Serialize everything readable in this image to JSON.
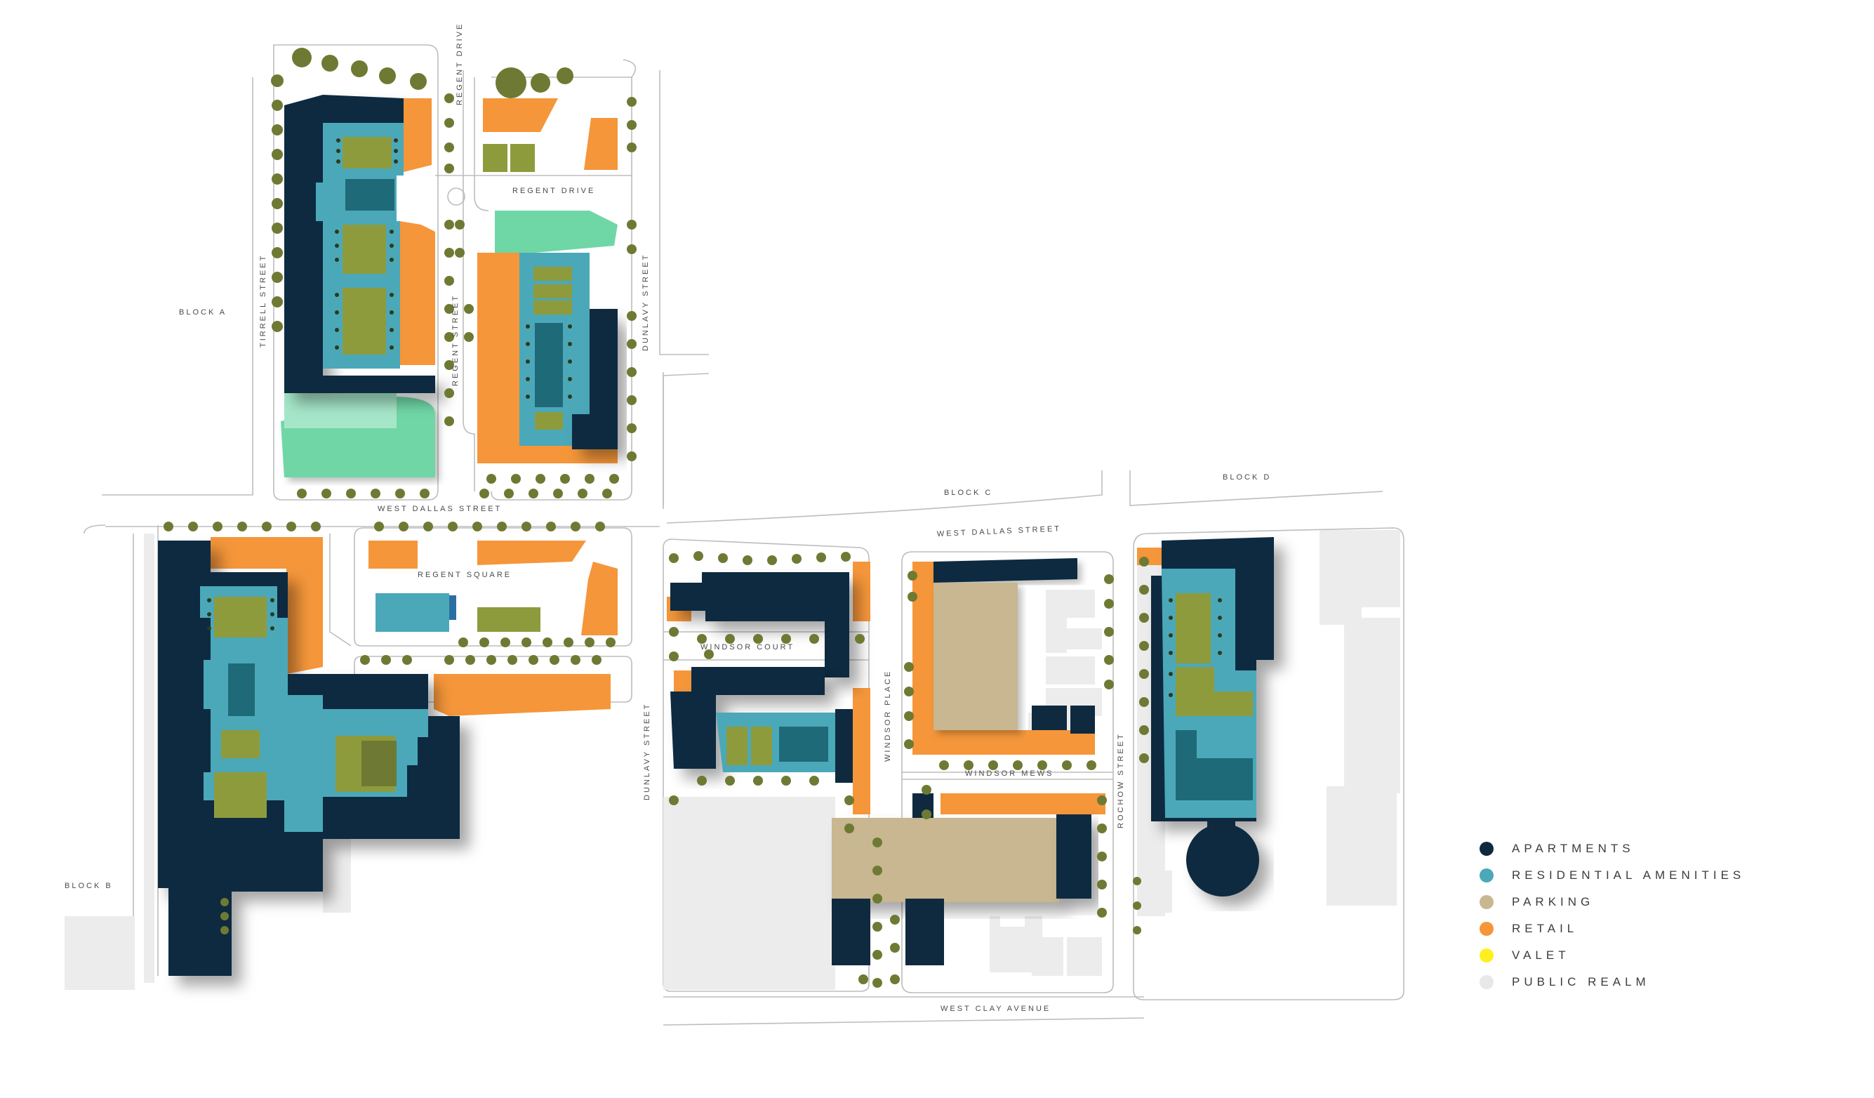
{
  "blocks": {
    "a": "BLOCK A",
    "b": "BLOCK B",
    "c": "BLOCK C",
    "d": "BLOCK D"
  },
  "streets": {
    "tirrell": "TIRRELL STREET",
    "regent_drive_n": "REGENT DRIVE",
    "regent_drive": "REGENT DRIVE",
    "regent_street": "REGENT STREET",
    "dunlavy_n": "DUNLAVY STREET",
    "west_dallas_w": "WEST DALLAS STREET",
    "west_dallas_e": "WEST DALLAS STREET",
    "regent_square": "REGENT SQUARE",
    "windsor_court": "WINDSOR COURT",
    "windsor_place": "WINDSOR PLACE",
    "windsor_mews": "WINDSOR MEWS",
    "dunlavy_s": "DUNLAVY STREET",
    "rochow": "ROCHOW STREET",
    "west_clay": "WEST CLAY AVENUE"
  },
  "legend": [
    {
      "label": "APARTMENTS",
      "color": "#0f2a3f"
    },
    {
      "label": "RESIDENTIAL AMENITIES",
      "color": "#4ba8b9"
    },
    {
      "label": "PARKING",
      "color": "#c8b791"
    },
    {
      "label": "RETAIL",
      "color": "#f5963a"
    },
    {
      "label": "VALET",
      "color": "#ffef1f"
    },
    {
      "label": "PUBLIC REALM",
      "color": "#e8e8e8"
    }
  ],
  "colors": {
    "apartments": "#0f2a3f",
    "amenities": "#4ba8b9",
    "parking": "#c8b791",
    "retail": "#f5963a",
    "public_realm": "#e8e8e8",
    "green": "#8e9b3c",
    "mint": "#6fd6a6",
    "tree": "#6e7a33"
  }
}
